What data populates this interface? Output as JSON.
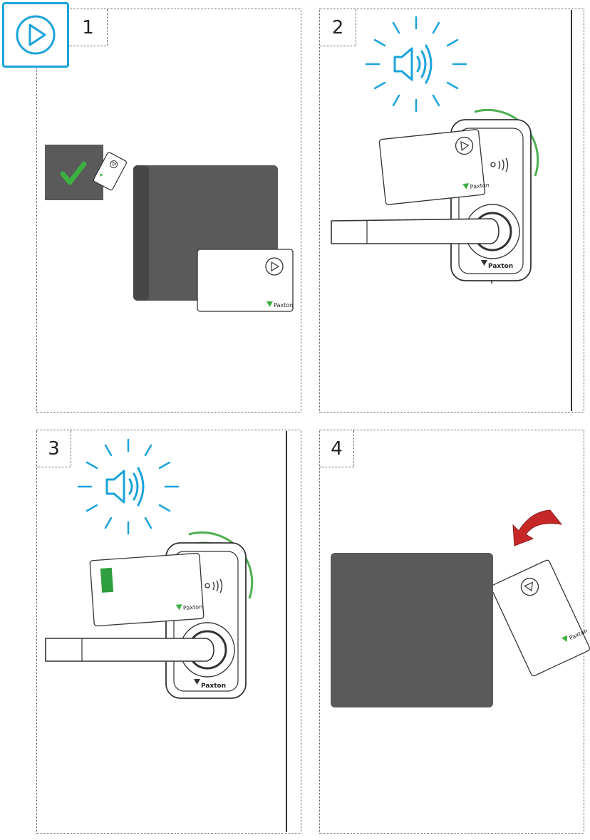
{
  "steps": [
    {
      "number": "1"
    },
    {
      "number": "2"
    },
    {
      "number": "3"
    },
    {
      "number": "4"
    }
  ],
  "card": {
    "brand": "Paxton"
  },
  "lock": {
    "brand": "Paxton"
  },
  "colors": {
    "accent_blue": "#1aa3db",
    "rf_green": "#4caf50",
    "check_green": "#3cb043",
    "arrow_red": "#c62828",
    "panel_grey": "#5a5a5a"
  },
  "icons": [
    "play-icon",
    "checkmark-icon",
    "speaker-sound-icon",
    "rf-waves-icon",
    "curved-arrow-icon"
  ]
}
